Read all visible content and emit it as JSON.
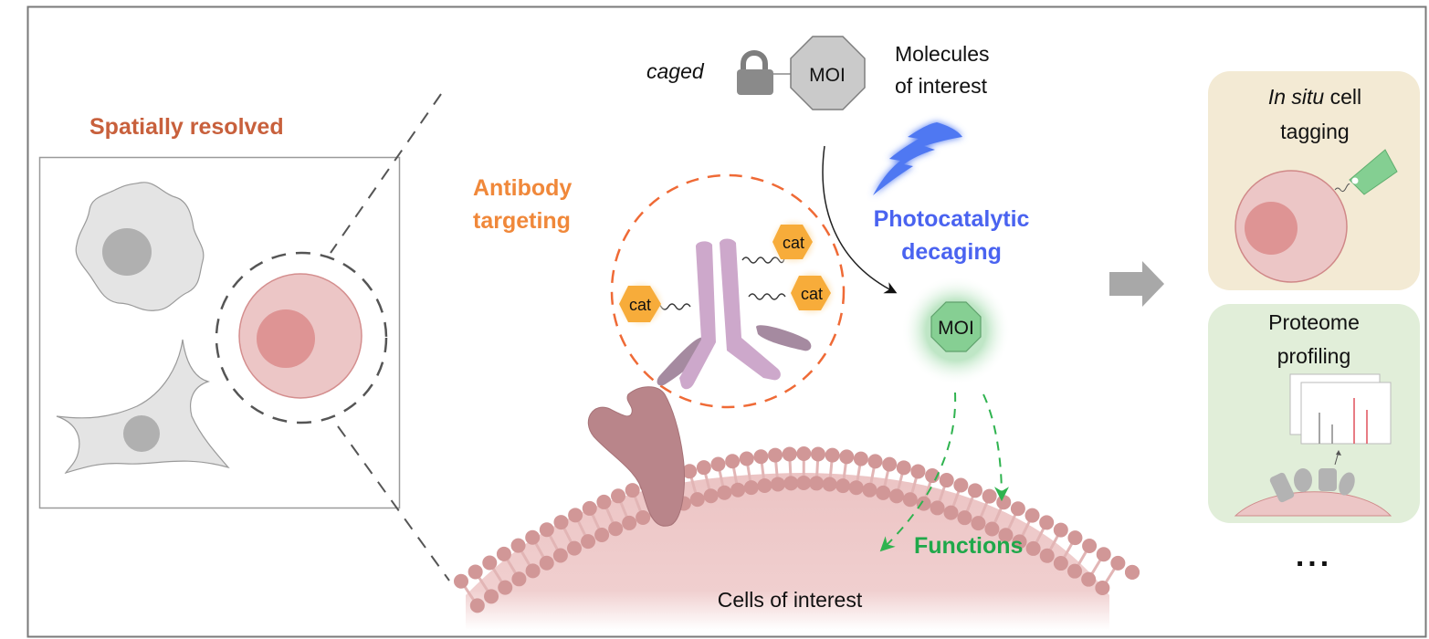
{
  "figure": {
    "left_panel": {
      "title": "Spatially resolved",
      "title_color": "#c8603c"
    },
    "caged_molecule": {
      "caged_label": "caged",
      "moi_label": "MOI",
      "description_line1": "Molecules",
      "description_line2": "of interest"
    },
    "antibody": {
      "label_line1": "Antibody",
      "label_line2": "targeting",
      "label_color": "#f0883a",
      "catalysts": [
        {
          "label": "cat"
        },
        {
          "label": "cat"
        },
        {
          "label": "cat"
        }
      ]
    },
    "photocatalysis": {
      "label_line1": "Photocatalytic",
      "label_line2": "decaging",
      "label_color": "#4a63f0"
    },
    "released_molecule": {
      "moi_label": "MOI",
      "fill_color": "#86cf93"
    },
    "functions": {
      "label": "Functions",
      "color": "#1fa84a"
    },
    "cell": {
      "label": "Cells of interest"
    },
    "applications": [
      {
        "title_italic": "In situ",
        "title_rest": " cell",
        "title_line2": "tagging",
        "bg_color": "#f3ead4"
      },
      {
        "title_line1": "Proteome",
        "title_line2": "profiling",
        "bg_color": "#e1eed9"
      }
    ],
    "ellipsis": "..."
  }
}
